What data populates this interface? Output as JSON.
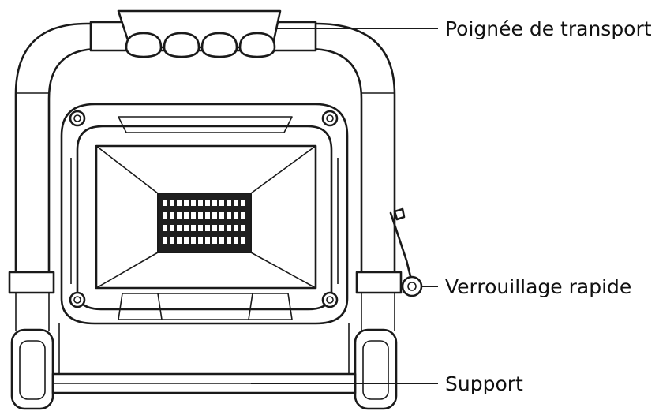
{
  "labels": {
    "handle": "Poignée de transport",
    "quick_lock": "Verrouillage rapide",
    "stand": "Support"
  }
}
